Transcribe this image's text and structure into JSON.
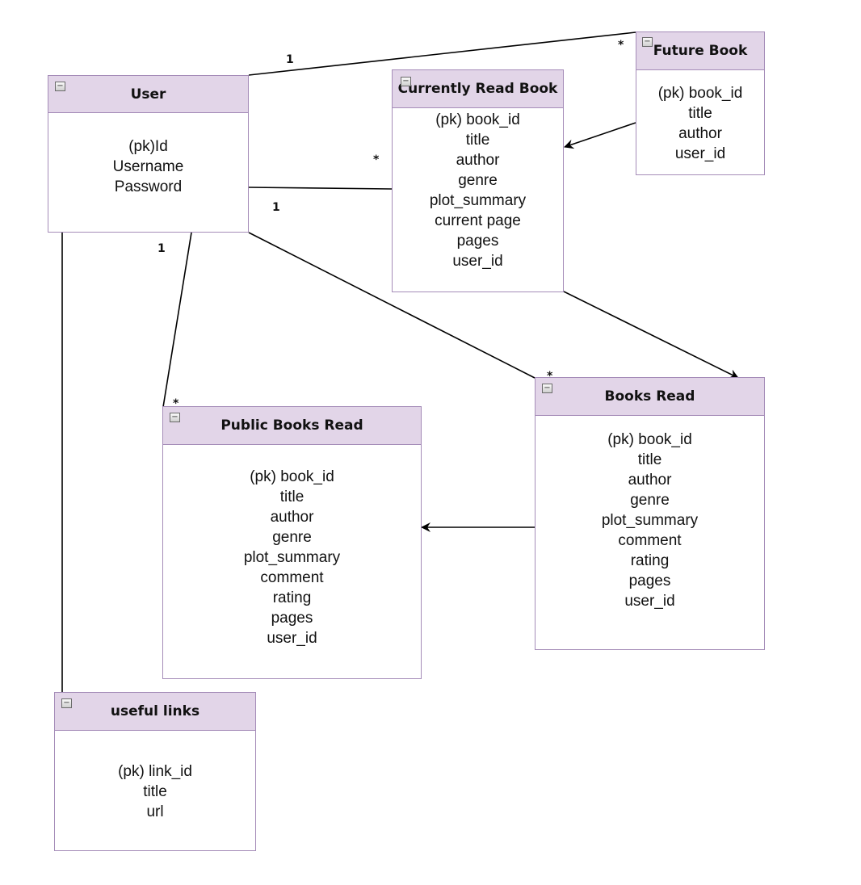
{
  "entities": {
    "user": {
      "name": "User",
      "fields": [
        "(pk)Id",
        "Username",
        "Password"
      ]
    },
    "future_book": {
      "name": "Future Book",
      "fields": [
        "(pk) book_id",
        "title",
        "author",
        "user_id"
      ]
    },
    "currently_read_book": {
      "name": "Currently Read Book",
      "fields": [
        "(pk) book_id",
        "title",
        "author",
        "genre",
        "plot_summary",
        "current page",
        "pages",
        "user_id"
      ]
    },
    "public_books_read": {
      "name": "Public Books Read",
      "fields": [
        "(pk) book_id",
        "title",
        "author",
        "genre",
        "plot_summary",
        "comment",
        "rating",
        "pages",
        "user_id"
      ]
    },
    "books_read": {
      "name": "Books Read",
      "fields": [
        "(pk) book_id",
        "title",
        "author",
        "genre",
        "plot_summary",
        "comment",
        "rating",
        "pages",
        "user_id"
      ]
    },
    "useful_links": {
      "name": "useful links",
      "fields": [
        "(pk) link_id",
        "title",
        "url"
      ]
    }
  },
  "multiplicities": {
    "user_future_one": "1",
    "user_future_many": "*",
    "user_current_many": "*",
    "user_current_one": "1",
    "user_public_one": "1",
    "user_public_many": "*",
    "user_read_many": "*"
  },
  "colors": {
    "header_fill": "#e2d5e8",
    "border": "#a58cb8",
    "line": "#000000"
  }
}
